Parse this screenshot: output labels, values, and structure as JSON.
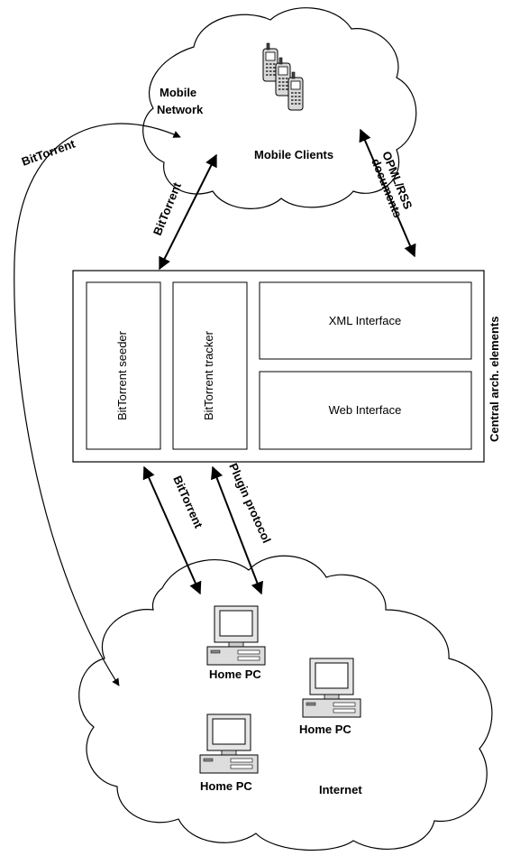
{
  "clouds": {
    "mobile": {
      "title_line1": "Mobile",
      "title_line2": "Network",
      "clients_label": "Mobile Clients"
    },
    "internet": {
      "title": "Internet",
      "pc_labels": [
        "Home PC",
        "Home PC",
        "Home PC"
      ]
    }
  },
  "central": {
    "side_label": "Central arch. elements",
    "seeder_label": "BitTorrent seeder",
    "tracker_label": "BitTorrent tracker",
    "xml_label": "XML Interface",
    "web_label": "Web Interface"
  },
  "connections": {
    "outer_bittorrent": "BitTorrent",
    "mobile_bittorrent": "BitTorrent",
    "opml_line1": "OPML/RSS",
    "opml_line2": "documents",
    "pc_bittorrent": "BitTorrent",
    "plugin_protocol": "Plugin protocol"
  }
}
